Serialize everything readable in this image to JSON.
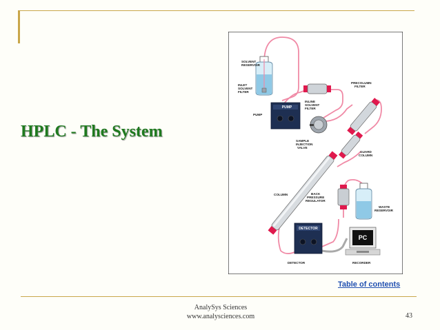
{
  "slide": {
    "title": "HPLC - The System",
    "toc_link": "Table of contents",
    "footer_line1": "AnalySys Sciences",
    "footer_line2": "www.analysciences.com",
    "page_number": "43"
  },
  "diagram": {
    "labels": {
      "solvent_reservoir_1": "SOLVENT",
      "solvent_reservoir_2": "RESERVOIR",
      "inlet_filter_1": "INLET",
      "inlet_filter_2": "SOLVENT",
      "inlet_filter_3": "FILTER",
      "pump": "PUMP",
      "pump_device": "PUMP",
      "inline_filter_1": "INLINE",
      "inline_filter_2": "SOLVENT",
      "inline_filter_3": "FILTER",
      "precolumn_filter_1": "PRECOLUMN",
      "precolumn_filter_2": "FILTER",
      "injection_valve_1": "SAMPLE",
      "injection_valve_2": "INJECTION",
      "injection_valve_3": "VALVE",
      "guard_column_1": "GUARD",
      "guard_column_2": "COLUMN",
      "column": "COLUMN",
      "back_pressure_1": "BACK",
      "back_pressure_2": "PRESSURE",
      "back_pressure_3": "REGULATOR",
      "waste_reservoir_1": "WASTE",
      "waste_reservoir_2": "RESERVOIR",
      "detector_device": "DETECTOR",
      "detector": "DETECTOR",
      "pc": "PC",
      "recorder": "RECORDER"
    }
  },
  "colors": {
    "title": "#1f7a1f",
    "frame": "#c9a64a",
    "tubing": "#f08aa6",
    "fitting": "#e0194d",
    "device": "#1e2f52",
    "link": "#1f4fb0"
  }
}
